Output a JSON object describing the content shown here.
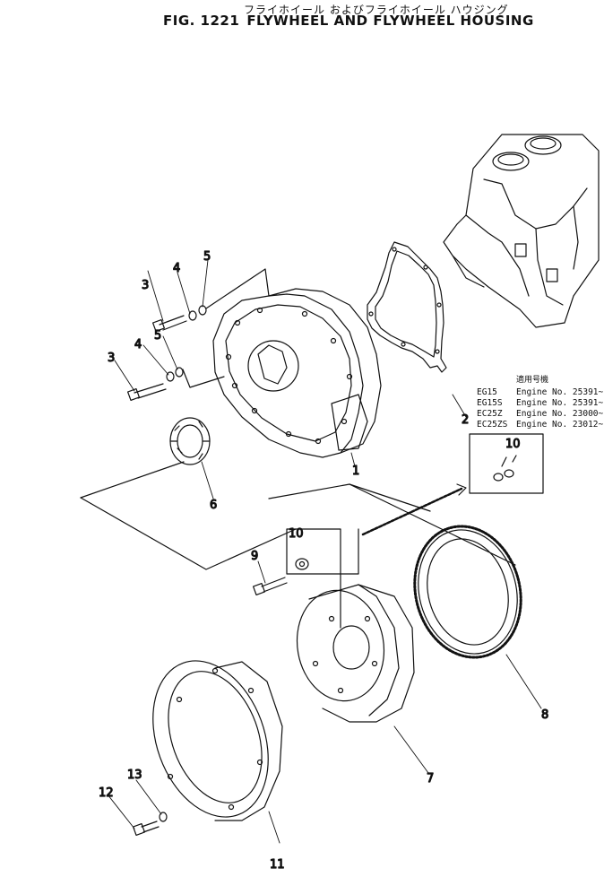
{
  "header": {
    "title_jp": "フライホイール およびフライホイール ハウジング",
    "fig_label": "FIG. 1221",
    "title_en": "FLYWHEEL AND FLYWHEEL HOUSING"
  },
  "applicability": {
    "heading": "適用号機",
    "rows": [
      {
        "model": "EG15",
        "engine": "Engine No. 25391~"
      },
      {
        "model": "EG15S",
        "engine": "Engine No. 25391~"
      },
      {
        "model": "EC25Z",
        "engine": "Engine No. 23000~"
      },
      {
        "model": "EC25ZS",
        "engine": "Engine No. 23012~"
      }
    ]
  },
  "callouts": {
    "c1": "1",
    "c2": "2",
    "c3a": "3",
    "c3b": "3",
    "c4a": "4",
    "c4b": "4",
    "c5a": "5",
    "c5b": "5",
    "c6": "6",
    "c7": "7",
    "c8": "8",
    "c9": "9",
    "c10a": "10",
    "c10b": "10",
    "c11": "11",
    "c12": "12",
    "c13": "13"
  },
  "colors": {
    "ink": "#111111",
    "paper": "#ffffff"
  }
}
